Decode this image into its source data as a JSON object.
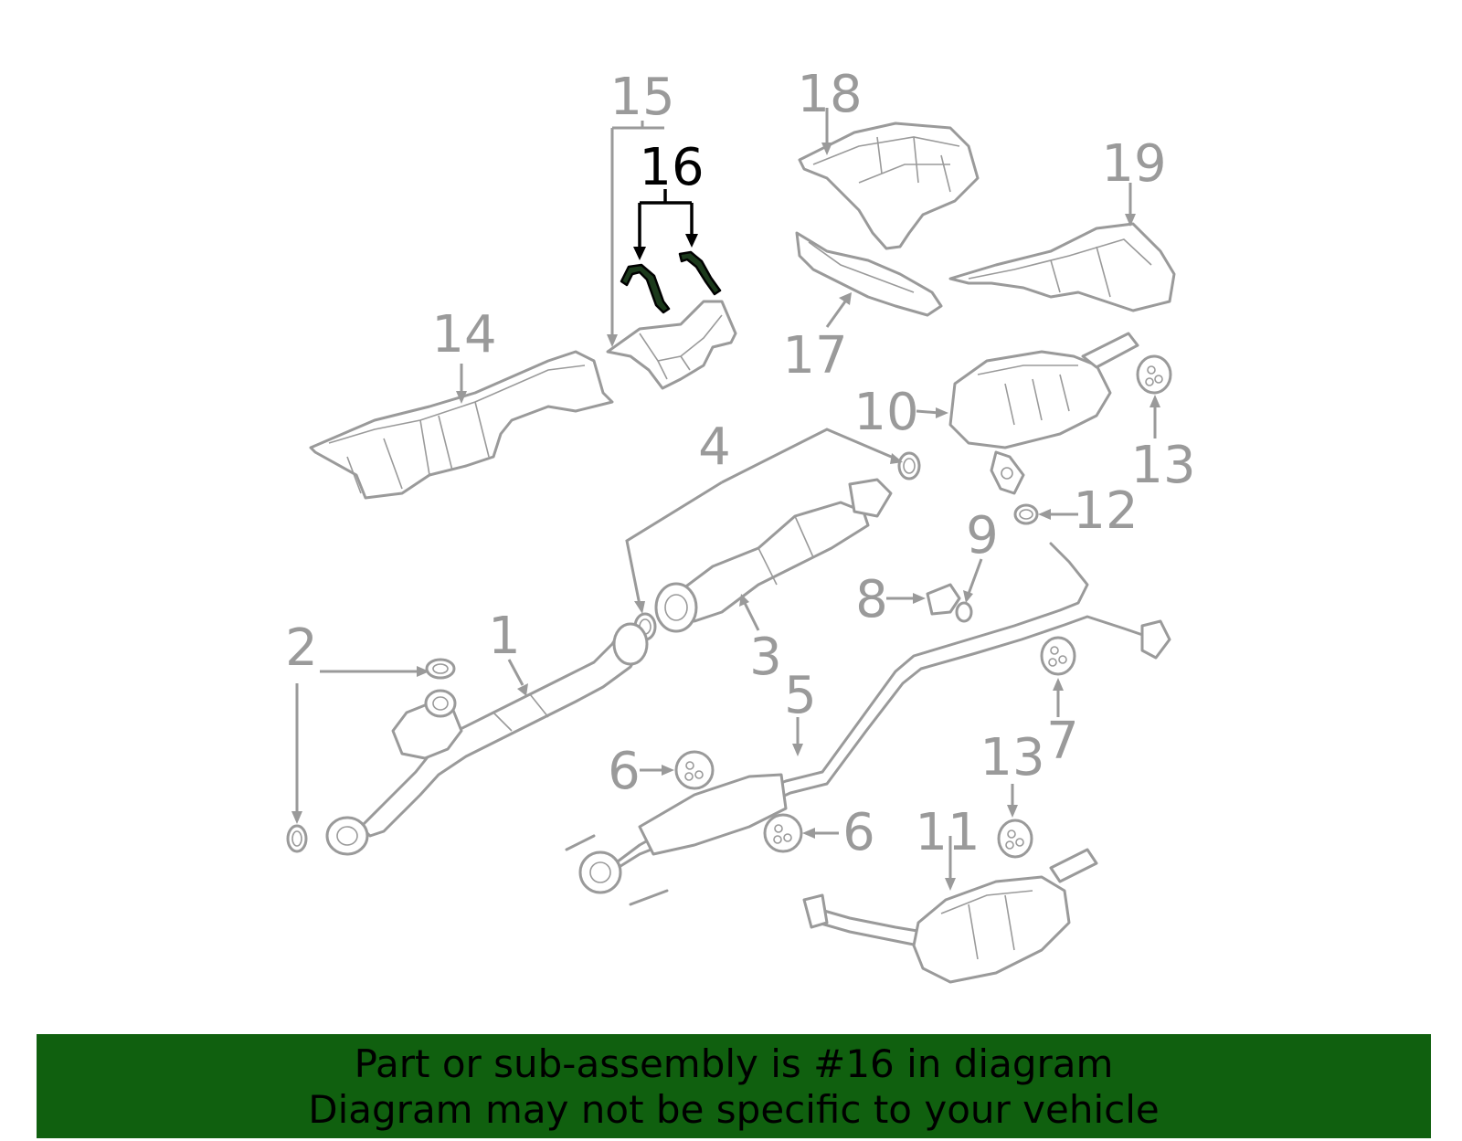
{
  "diagram": {
    "callouts": {
      "c1": "1",
      "c2": "2",
      "c3": "3",
      "c4": "4",
      "c5": "5",
      "c6a": "6",
      "c6b": "6",
      "c7": "7",
      "c8": "8",
      "c9": "9",
      "c10": "10",
      "c11": "11",
      "c12": "12",
      "c13a": "13",
      "c13b": "13",
      "c14": "14",
      "c15": "15",
      "c16": "16",
      "c17": "17",
      "c18": "18",
      "c19": "19"
    },
    "highlighted_part": "16",
    "colors": {
      "parts": "#9a9a9a",
      "highlight": "#000000",
      "banner": "#10600f"
    }
  },
  "banner": {
    "line1": "Part or sub-assembly is #16 in diagram",
    "line2": "Diagram may not be specific to your vehicle"
  }
}
